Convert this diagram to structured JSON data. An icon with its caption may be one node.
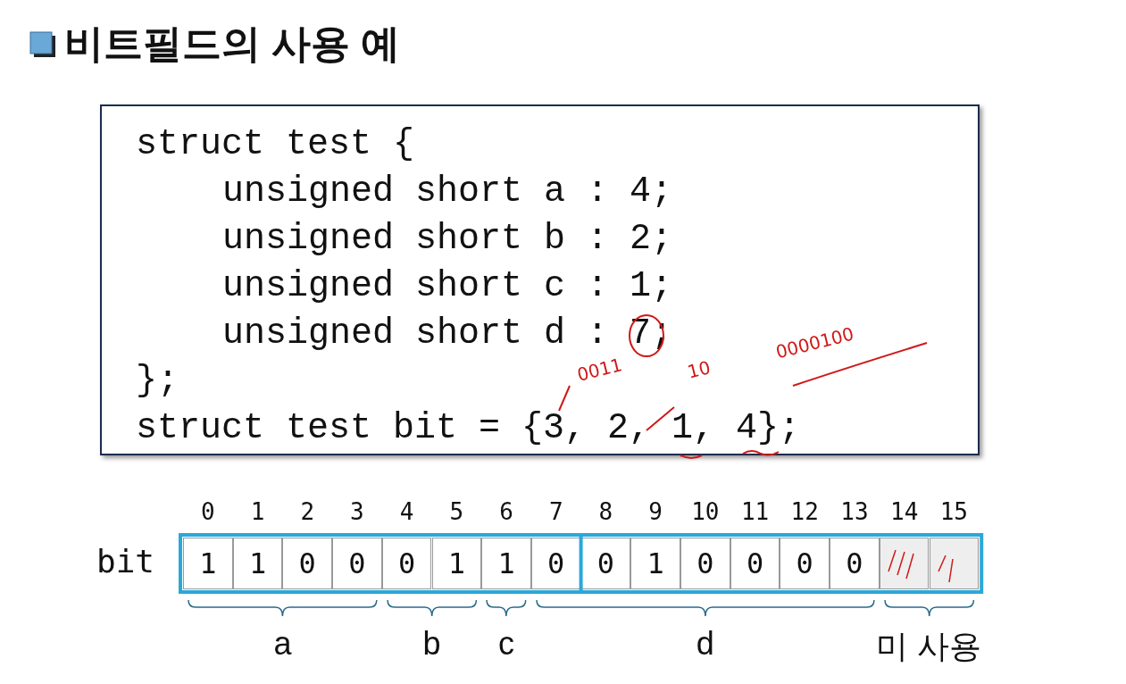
{
  "diagram": {
    "title": "비트필드의 사용 예",
    "nodes": [
      {
        "text": [
          "struct test {",
          "unsigned short a : 4;",
          "unsigned short b : 2;",
          "unsigned short c : 1;",
          "unsigned short d : 7;",
          "};",
          "struct test bit = {3, 2, 1, 4};"
        ]
      }
    ],
    "labels": [
      "0011",
      "10",
      "0000100",
      "0",
      "1",
      "2",
      "3",
      "4",
      "5",
      "6",
      "7",
      "8",
      "9",
      "10",
      "11",
      "12",
      "13",
      "14",
      "15",
      "bit",
      "1",
      "1",
      "0",
      "0",
      "0",
      "1",
      "1",
      "0",
      "0",
      "1",
      "0",
      "0",
      "0",
      "0",
      "a",
      "b",
      "c",
      "d",
      "미 사용"
    ]
  }
}
